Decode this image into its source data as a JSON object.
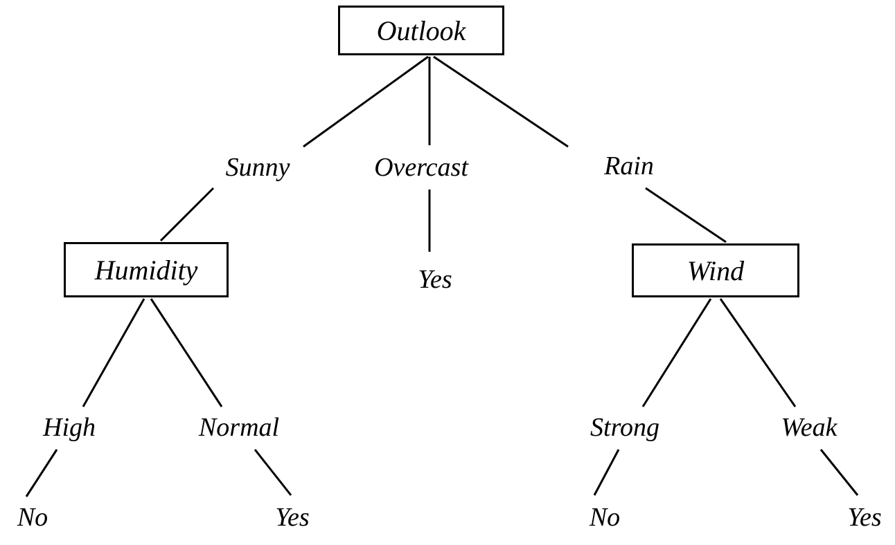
{
  "diagram": {
    "type": "decision-tree",
    "nodes": {
      "outlook": "Outlook",
      "humidity": "Humidity",
      "wind": "Wind",
      "overcast_leaf": "Yes",
      "high_leaf": "No",
      "normal_leaf": "Yes",
      "strong_leaf": "No",
      "weak_leaf": "Yes"
    },
    "edges": {
      "sunny": "Sunny",
      "overcast": "Overcast",
      "rain": "Rain",
      "high": "High",
      "normal": "Normal",
      "strong": "Strong",
      "weak": "Weak"
    },
    "colors": {
      "line": "#000000",
      "background": "#ffffff",
      "text": "#000000"
    }
  }
}
